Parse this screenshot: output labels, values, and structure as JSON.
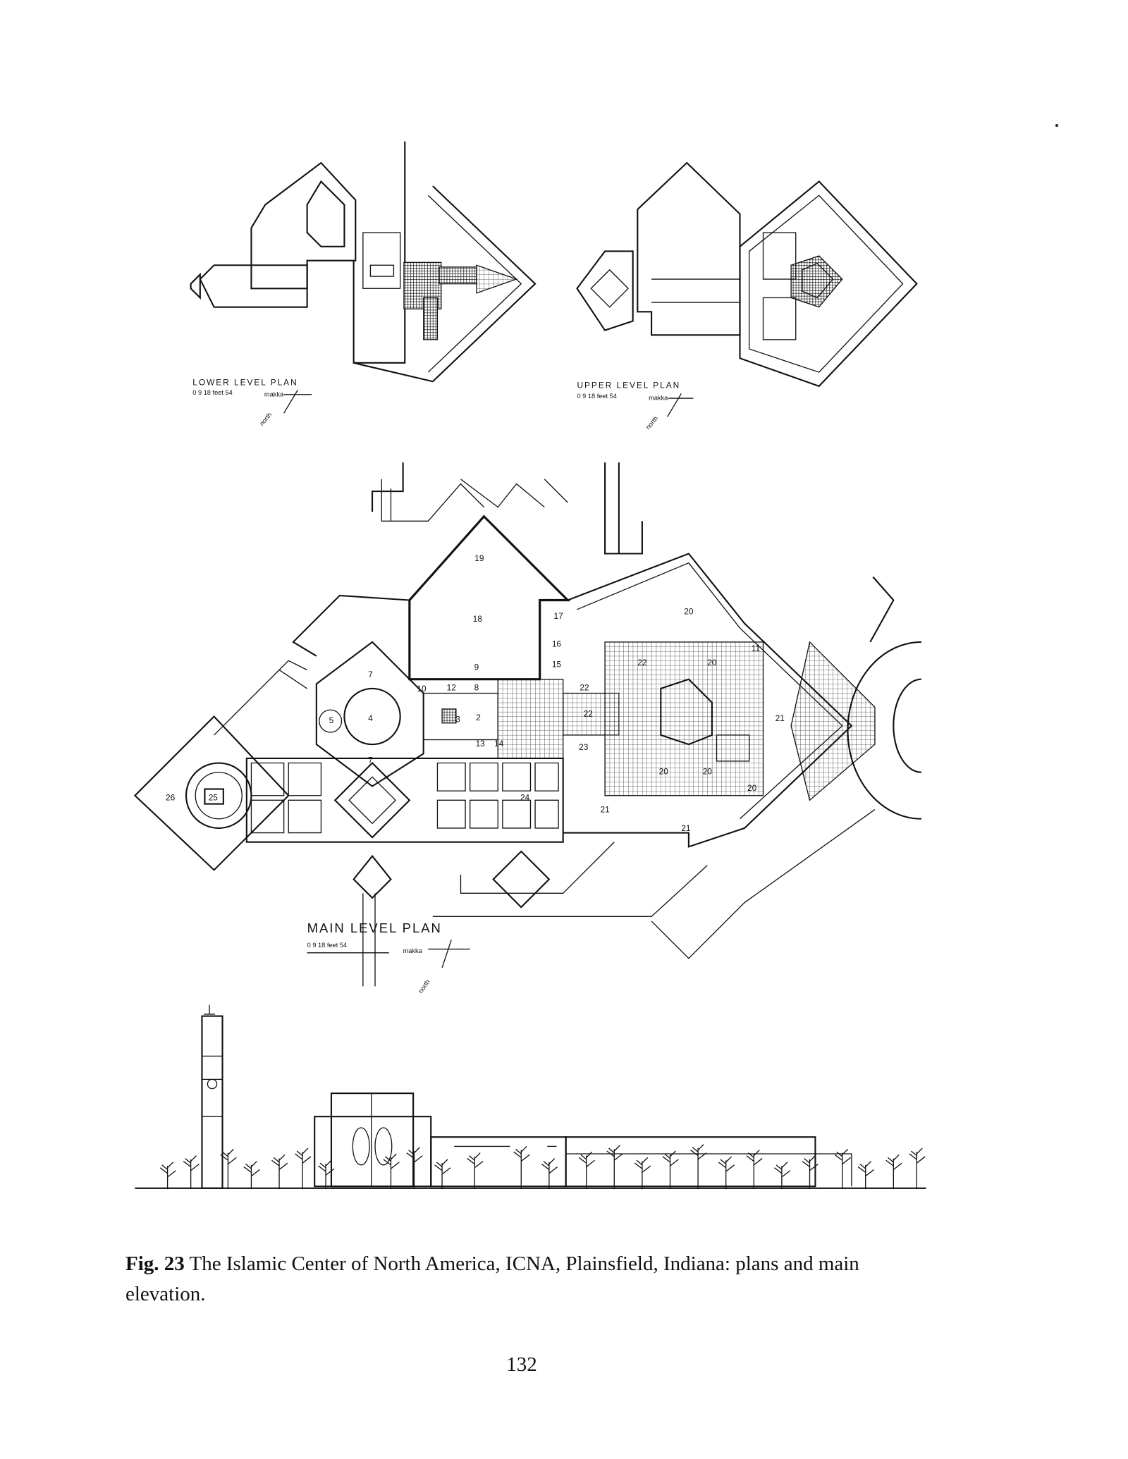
{
  "figure": {
    "lower_plan": {
      "title": "LOWER LEVEL PLAN",
      "scale": "0  9  18 feet      54",
      "direction": "makka",
      "north": "north"
    },
    "upper_plan": {
      "title": "UPPER LEVEL PLAN",
      "scale": "0  9  18 feet      54",
      "direction": "makka",
      "north": "north"
    },
    "main_plan": {
      "title": "MAIN LEVEL PLAN",
      "scale": "0  9  18 feet     54",
      "direction": "makka",
      "north": "north",
      "room_numbers": [
        "19",
        "18",
        "17",
        "16",
        "15",
        "22",
        "22",
        "20",
        "20",
        "11",
        "10",
        "12",
        "8",
        "9",
        "7",
        "4",
        "5",
        "3",
        "2",
        "13",
        "14",
        "23",
        "22",
        "21",
        "20",
        "20",
        "21",
        "21",
        "20",
        "7",
        "26",
        "25",
        "24"
      ]
    },
    "caption_label": "Fig. 23",
    "caption_text": " The Islamic Center of North America, ICNA, Plainsfield, Indiana: plans and main elevation."
  },
  "page_number": "132"
}
